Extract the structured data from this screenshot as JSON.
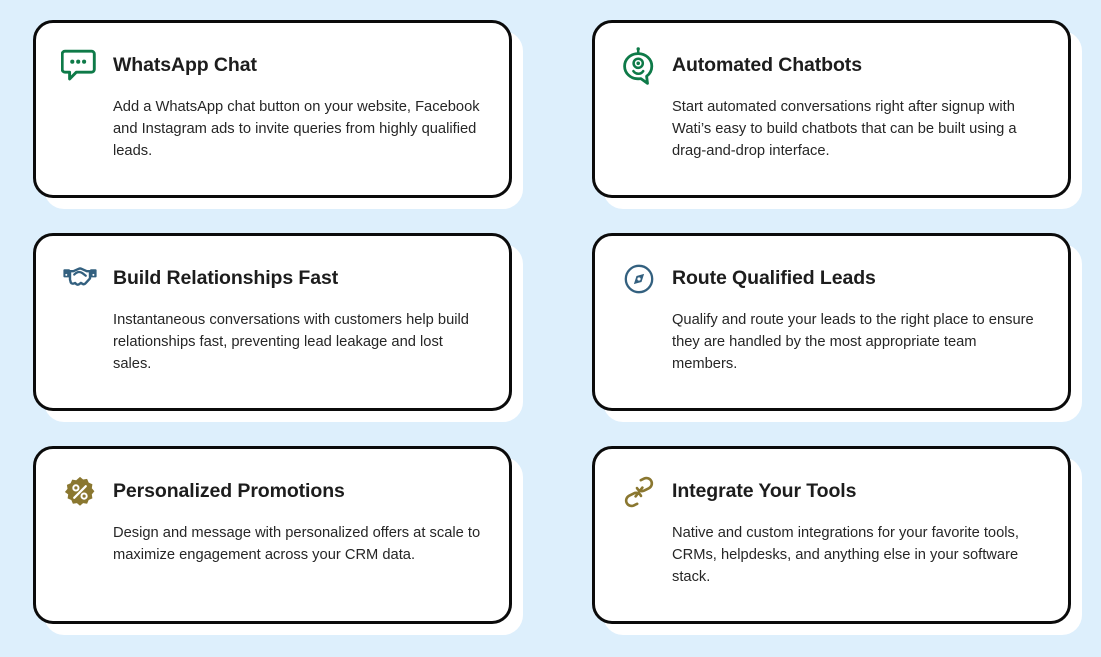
{
  "page": {
    "background_color": "#ddeffc",
    "card_background": "#ffffff",
    "card_border_color": "#0b0b0b",
    "title_color": "#1d1d1d",
    "body_color": "#262626",
    "layout": "2-column 3-row feature card grid"
  },
  "palette": {
    "green": "#0e7a48",
    "slate_blue": "#33607f",
    "gold": "#8a7730"
  },
  "cards": [
    {
      "icon": "chat-bubble-dots-icon",
      "icon_color": "#0e7a48",
      "title": "WhatsApp Chat",
      "body": "Add a WhatsApp chat button on your website, Facebook and Instagram ads to invite queries from highly qualified leads."
    },
    {
      "icon": "robot-chatbot-icon",
      "icon_color": "#0e7a48",
      "title": "Automated Chatbots",
      "body": "Start automated conversations right after signup with Wati’s easy to build chatbots that can be built using a drag-and-drop interface."
    },
    {
      "icon": "handshake-icon",
      "icon_color": "#33607f",
      "title": "Build Relationships Fast",
      "body": "Instantaneous conversations with customers help build relationships fast, preventing lead leakage and lost sales."
    },
    {
      "icon": "compass-icon",
      "icon_color": "#33607f",
      "title": "Route Qualified Leads",
      "body": "Qualify and route your leads to the right place to ensure they are handled by the most appropriate team members."
    },
    {
      "icon": "percent-badge-icon",
      "icon_color": "#8a7730",
      "title": "Personalized Promotions",
      "body": "Design and message with personalized offers at scale to maximize engagement across your CRM data."
    },
    {
      "icon": "chain-link-icon",
      "icon_color": "#8a7730",
      "title": "Integrate Your Tools",
      "body": "Native and custom integrations for your favorite tools, CRMs, helpdesks, and anything else in your software stack."
    }
  ]
}
